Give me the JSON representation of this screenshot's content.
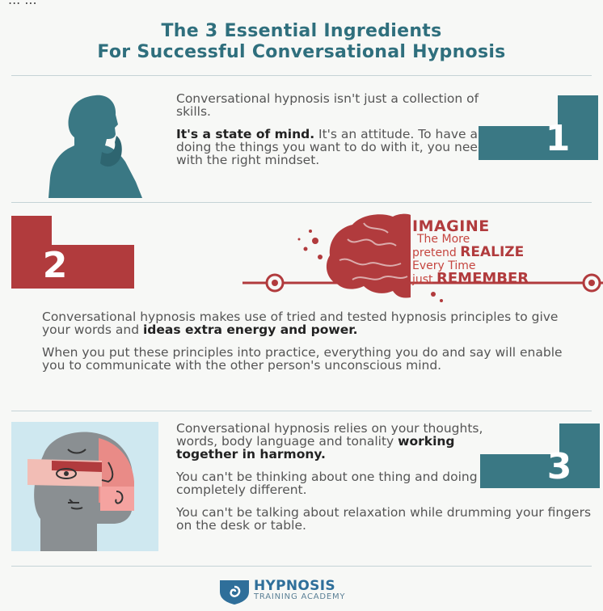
{
  "top_crop": "... ...",
  "title": {
    "line1": "The 3 Essential Ingredients",
    "line2": "For Successful Conversational Hypnosis"
  },
  "section1": {
    "number": "1",
    "para1": "Conversational hypnosis isn't just a collection of skills.",
    "para2_bold": "It's a state of mind.",
    "para2_rest": " It's an attitude. To have any chance of doing the things you want to do with it, you need to approach it with the right mindset."
  },
  "section2": {
    "number": "2",
    "brain_words": {
      "w1": "IMAGINE",
      "w2": "The More",
      "w3_small": "pretend ",
      "w3_big": "REALIZE",
      "w4": "Every Time",
      "w5_small": "just ",
      "w5_big": "REMEMBER"
    },
    "para1_rest": "Conversational hypnosis makes use of tried and tested hypnosis principles to give your words and ",
    "para1_bold": "ideas extra energy and power.",
    "para2": "When you put these principles into practice, everything you do and say will enable you to communicate with the other person's unconscious mind."
  },
  "section3": {
    "number": "3",
    "para1_rest": "Conversational hypnosis relies on your thoughts, words, body language and tonality ",
    "para1_bold": "working together in harmony.",
    "para2": "You can't be thinking about one thing and doing something completely different.",
    "para3": "You can't be talking about relaxation while drumming your fingers on the desk or table."
  },
  "footer": {
    "brand": "HYPNOSIS",
    "sub": "TRAINING ACADEMY"
  },
  "colors": {
    "teal": "#3a7884",
    "red": "#b13b3d",
    "title": "#2f6f7d"
  }
}
